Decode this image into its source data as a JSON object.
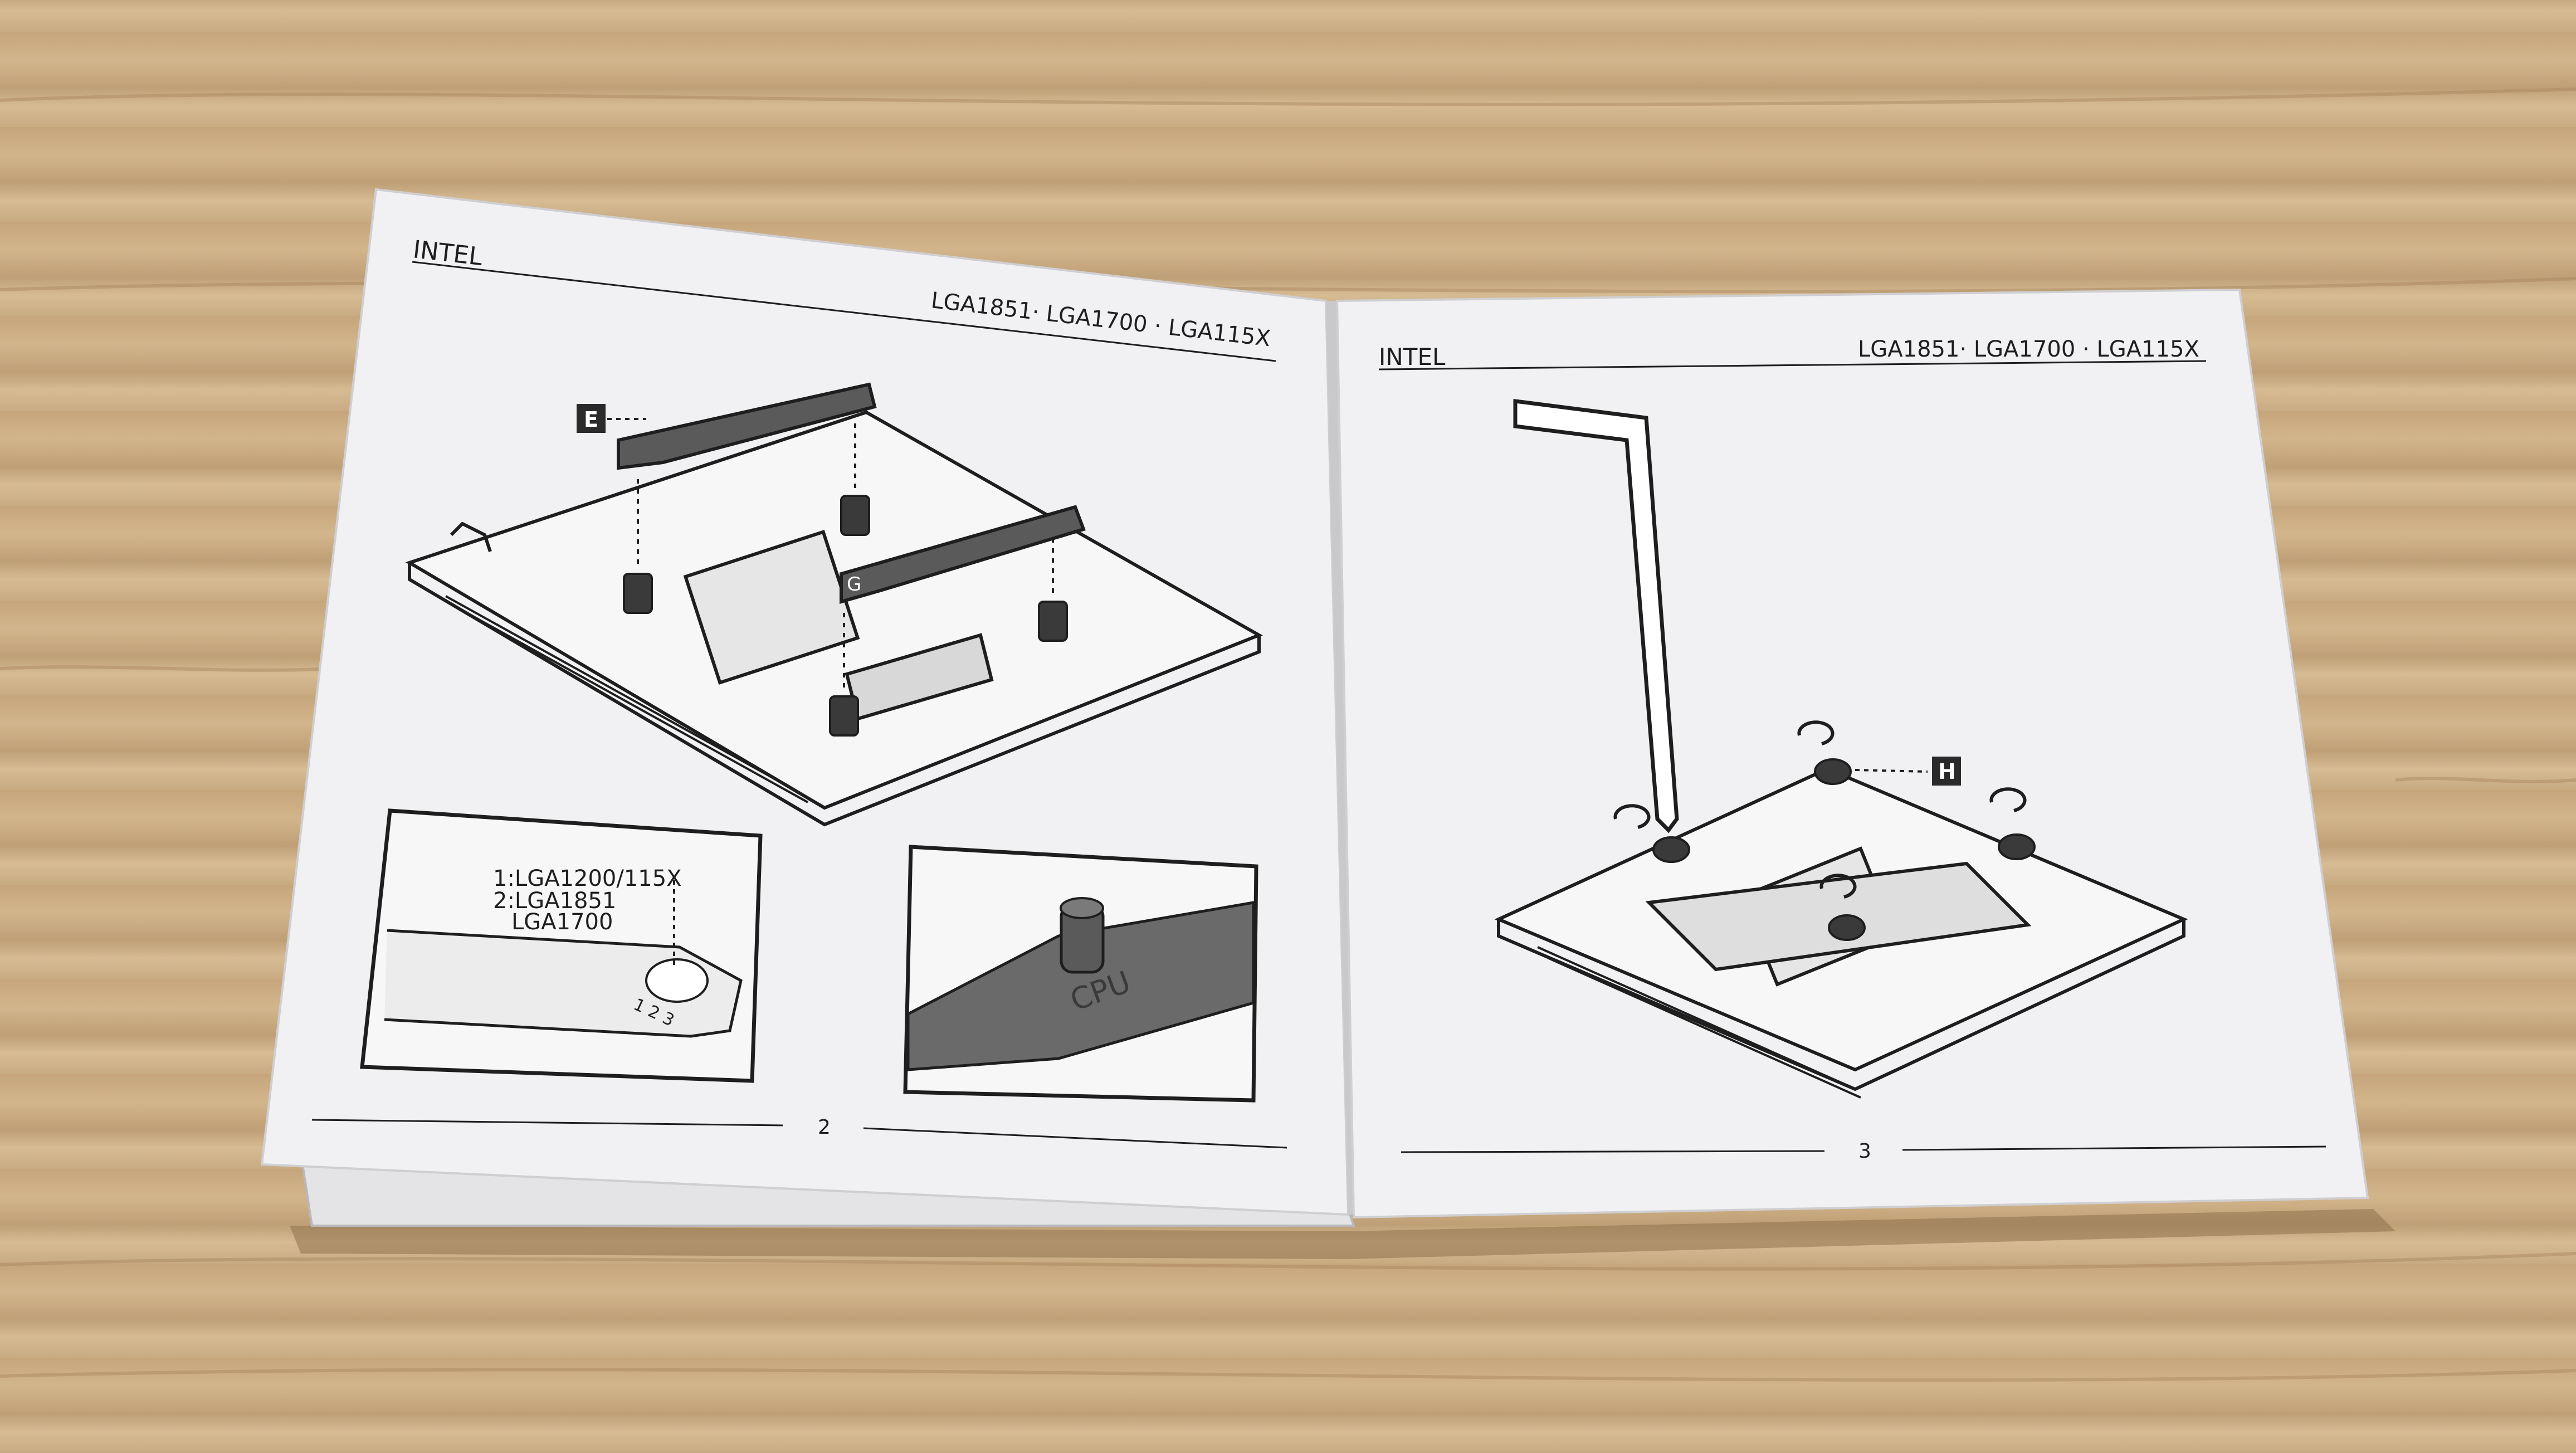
{
  "left_page": {
    "brand": "INTEL",
    "sockets": "LGA1851· LGA1700 · LGA115X",
    "page_number": "2",
    "part_labels": [
      "E",
      "G"
    ],
    "inset_left": {
      "line1": "1:LGA1200/115X",
      "line2": "2:LGA1851",
      "line3": "LGA1700",
      "slot_numbers": "1 2 3"
    },
    "inset_right": {
      "engraving": "CPU"
    }
  },
  "right_page": {
    "brand": "INTEL",
    "sockets": "LGA1851· LGA1700 · LGA115X",
    "page_number": "3",
    "part_label": "H"
  },
  "colors": {
    "paper": "#f1f1f3",
    "ink": "#1e1e1e",
    "bracket": "#5a5a5a",
    "wood": "#c9ab82"
  }
}
